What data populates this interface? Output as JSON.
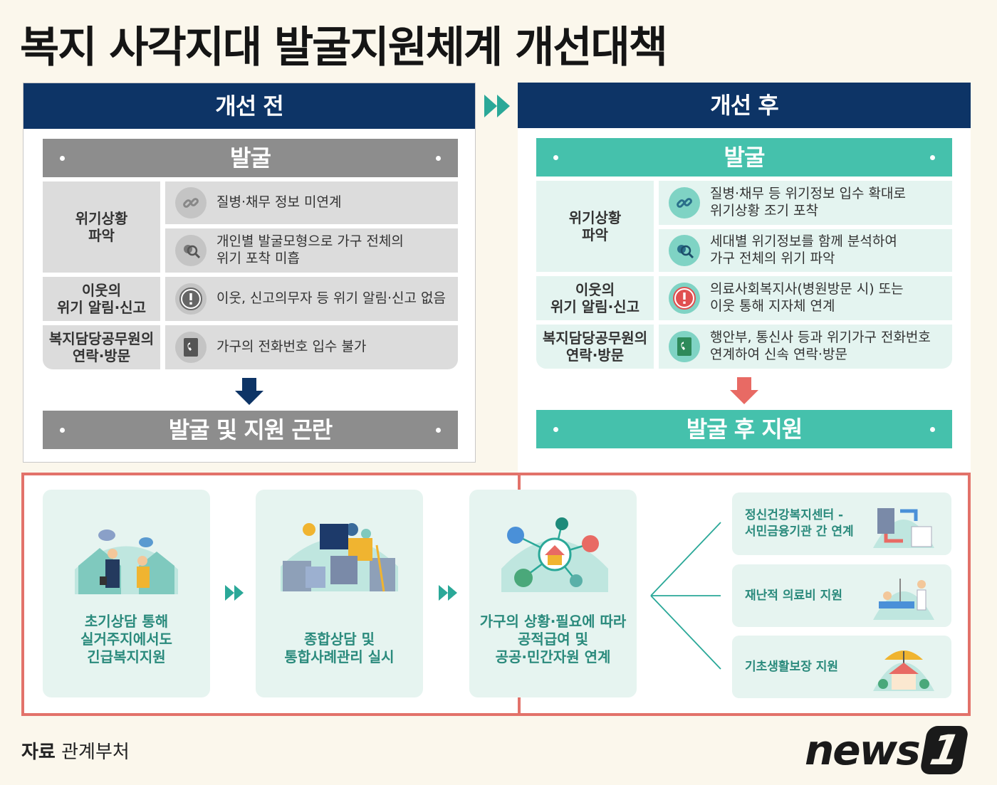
{
  "title": "복지 사각지대 발굴지원체계 개선대책",
  "before": {
    "header": "개선 전",
    "band": "발굴",
    "rows": [
      {
        "label": "위기상황\n파악",
        "items": [
          "질병·채무 정보 미연계",
          "개인별 발굴모형으로 가구 전체의\n위기 포착 미흡"
        ]
      },
      {
        "label": "이웃의\n위기 알림·신고",
        "items": [
          "이웃, 신고의무자 등 위기 알림·신고 없음"
        ]
      },
      {
        "label": "복지담당공무원의\n연락·방문",
        "items": [
          "가구의 전화번호 입수 불가"
        ]
      }
    ],
    "result": "발굴 및 지원 곤란"
  },
  "after": {
    "header": "개선 후",
    "band": "발굴",
    "rows": [
      {
        "label": "위기상황\n파악",
        "items": [
          "질병·채무 등 위기정보 입수 확대로\n위기상황 조기 포착",
          "세대별 위기정보를 함께 분석하여\n가구 전체의 위기 파악"
        ]
      },
      {
        "label": "이웃의\n위기 알림·신고",
        "items": [
          "의료사회복지사(병원방문 시) 또는\n이웃 통해 지자체 연계"
        ]
      },
      {
        "label": "복지담당공무원의\n연락·방문",
        "items": [
          "행안부, 통신사 등과 위기가구 전화번호\n연계하여 신속 연락·방문"
        ]
      }
    ],
    "result": "발굴 후 지원"
  },
  "steps": [
    "초기상담 통해\n실거주지에서도\n긴급복지지원",
    "종합상담 및\n통합사례관리 실시",
    "가구의 상황·필요에 따라\n공적급여 및\n공공·민간자원 연계"
  ],
  "support": [
    "정신건강복지센터 -\n서민금융기관 간 연계",
    "재난적 의료비 지원",
    "기초생활보장 지원"
  ],
  "source": {
    "label": "자료",
    "value": "관계부처"
  },
  "logo": {
    "text": "news",
    "num": "1"
  },
  "colors": {
    "navy": "#0d3466",
    "teal": "#45c1ac",
    "gray": "#8d8d8d",
    "red": "#e2726a"
  }
}
